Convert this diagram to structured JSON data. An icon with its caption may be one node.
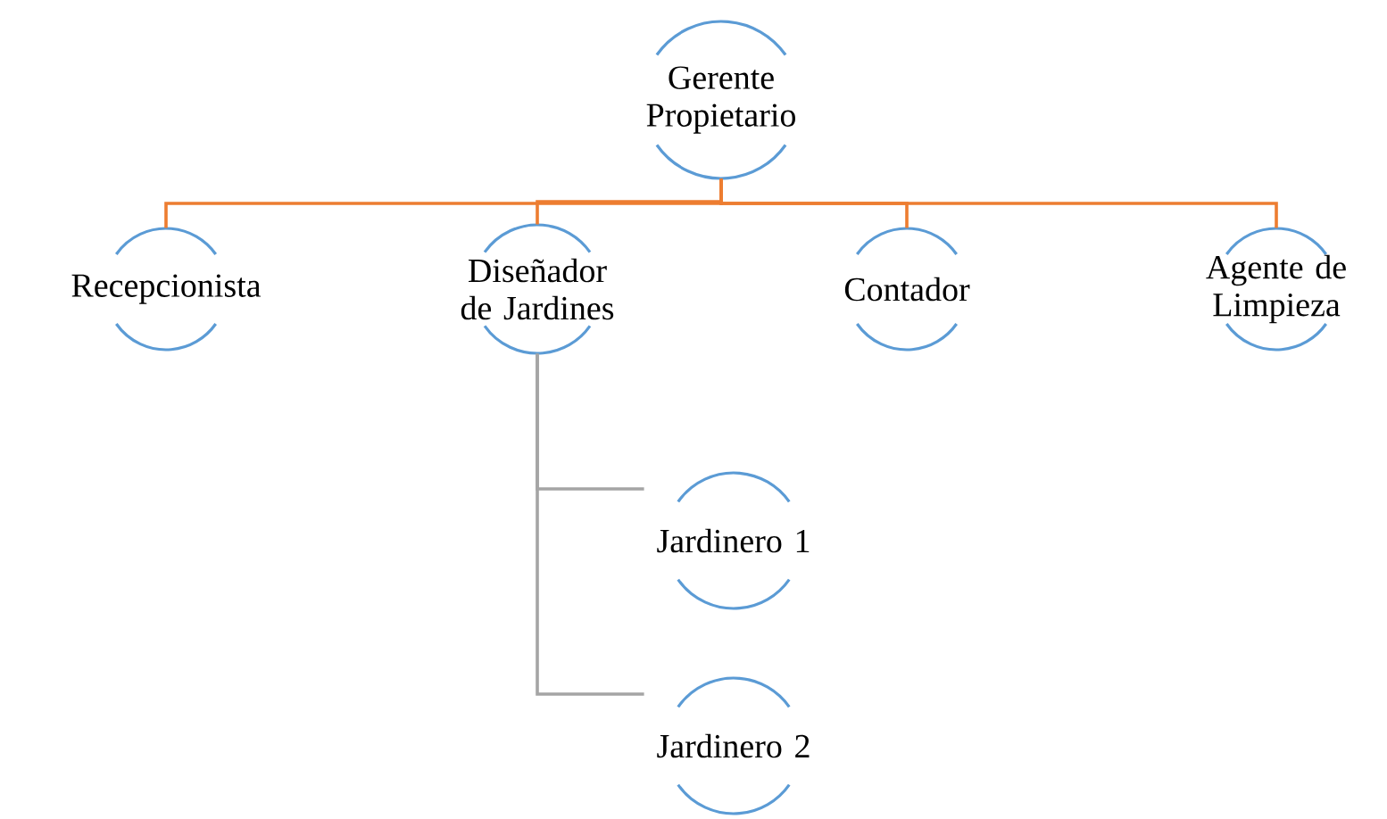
{
  "diagram": {
    "nodes": [
      {
        "text": [
          "Gerente Propietario"
        ]
      },
      {
        "text": [
          "Recepcionista"
        ]
      },
      {
        "text": [
          "Diseñador de Jardines"
        ]
      },
      {
        "text": [
          "Contador"
        ]
      },
      {
        "text": [
          "Agente de Limpieza"
        ]
      },
      {
        "text": [
          "Jardinero 1"
        ]
      },
      {
        "text": [
          "Jardinero 2"
        ]
      }
    ],
    "edges": [
      {
        "from": 0,
        "to": 1,
        "arrow": "none"
      },
      {
        "from": 0,
        "to": 2,
        "arrow": "none"
      },
      {
        "from": 0,
        "to": 3,
        "arrow": "none"
      },
      {
        "from": 0,
        "to": 4,
        "arrow": "none"
      },
      {
        "from": 2,
        "to": 5,
        "arrow": "none",
        "color": "#a5a5a5"
      },
      {
        "from": 2,
        "to": 6,
        "arrow": "none",
        "color": "#a5a5a5"
      }
    ]
  }
}
